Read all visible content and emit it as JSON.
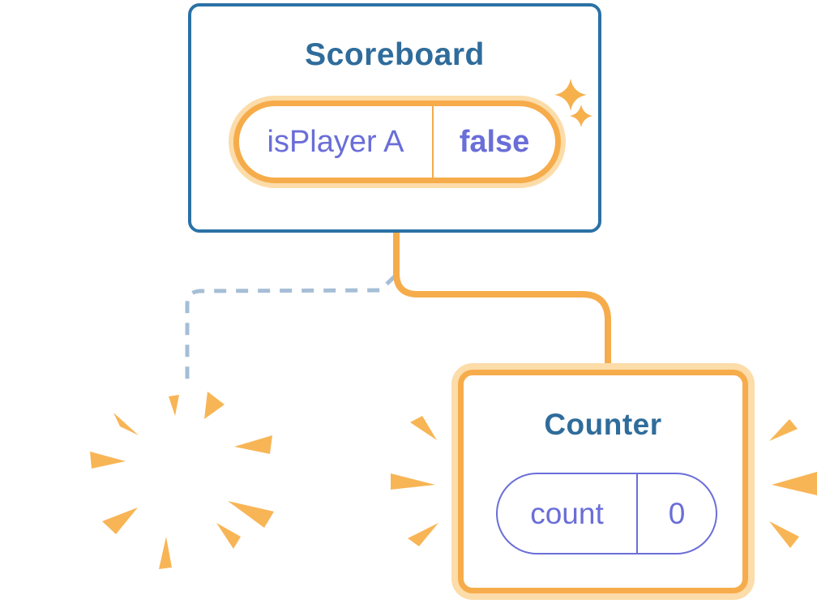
{
  "scoreboard": {
    "title": "Scoreboard",
    "state": {
      "name": "isPlayer A",
      "value": "false"
    }
  },
  "counter": {
    "title": "Counter",
    "state": {
      "name": "count",
      "value": "0"
    }
  },
  "icons": {
    "sparkles": "sparkles-icon (two four-point stars, new state highlight)",
    "poof": "poof-burst-icon (component destroyed explosion)",
    "emphasis": "burst-wedge-icon (emphasis rays around new component)"
  },
  "colors": {
    "card_border_blue": "#2B71A5",
    "title_blue": "#2F6C9B",
    "state_purple": "#6A6ED8",
    "accent_orange": "#F6AC4B",
    "halo_orange": "#FCDCA9",
    "burst_orange": "#F8B556",
    "dashed_connector_blue": "#A6BED6",
    "background": "#FFFFFF"
  }
}
